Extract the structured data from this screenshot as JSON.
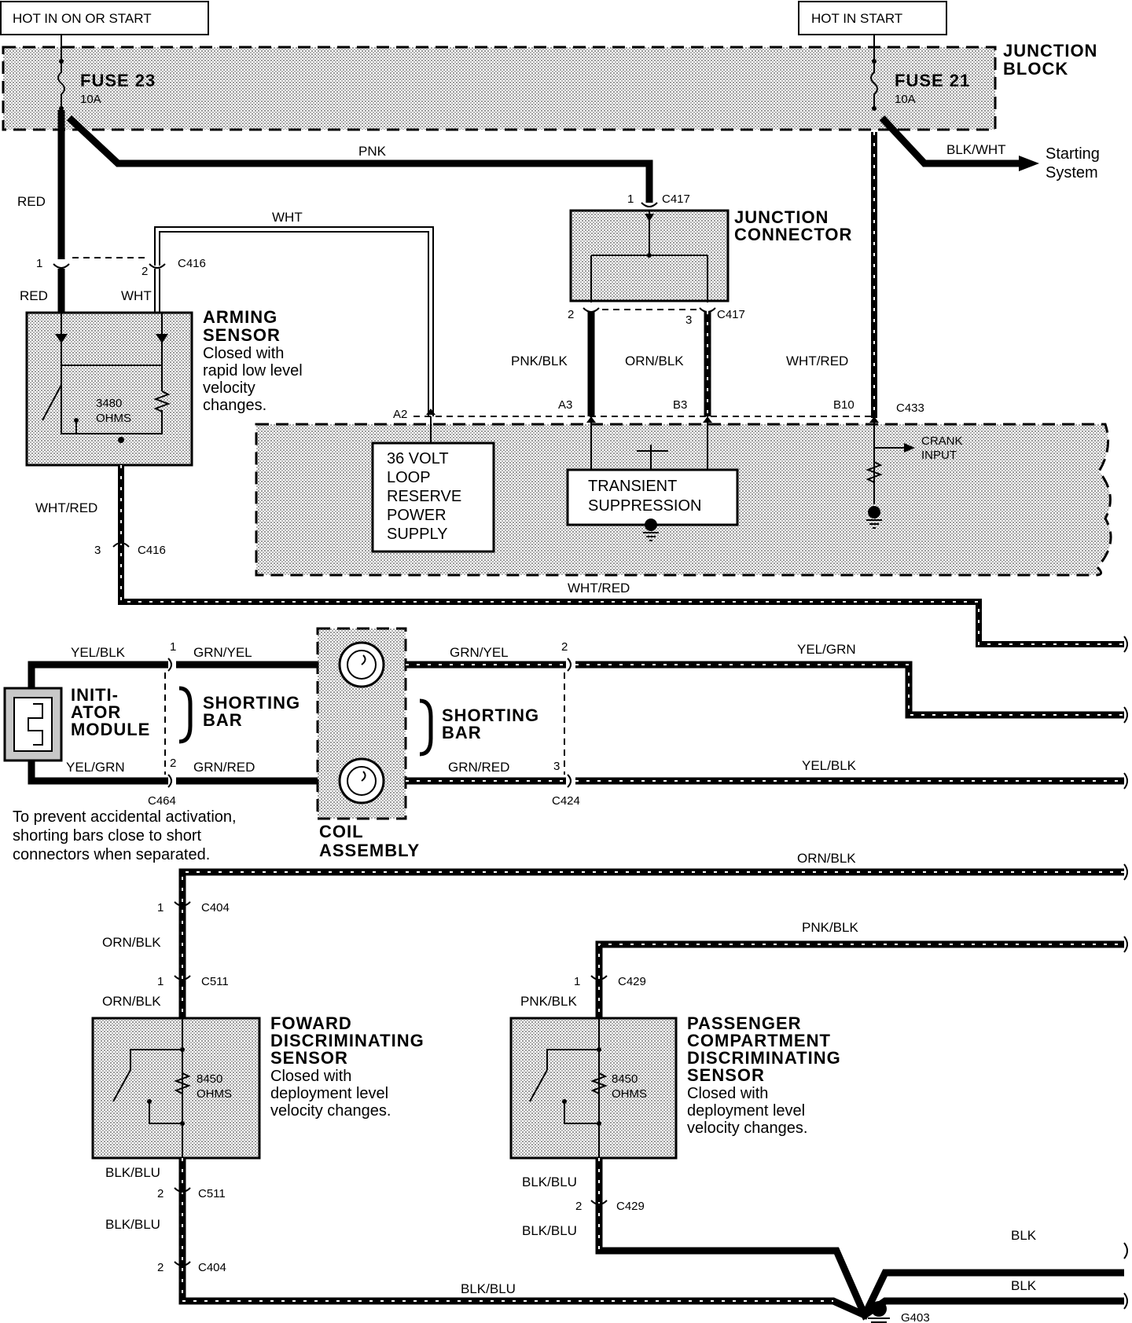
{
  "power": {
    "left_label": "HOT IN ON OR START",
    "right_label": "HOT IN START"
  },
  "junction_block": {
    "title_line1": "JUNCTION",
    "title_line2": "BLOCK",
    "fuse_left": "FUSE 23",
    "fuse_left_rating": "10A",
    "fuse_right": "FUSE 21",
    "fuse_right_rating": "10A"
  },
  "starting_system": {
    "line1": "Starting",
    "line2": "System",
    "wire": "BLK/WHT"
  },
  "junction_connector": {
    "line1": "JUNCTION",
    "line2": "CONNECTOR",
    "connector": "C417",
    "pin_top": "1",
    "pin_l": "2",
    "pin_r": "3"
  },
  "arming_sensor": {
    "title_line1": "ARMING",
    "title_line2": "SENSOR",
    "desc": [
      "Closed with",
      "rapid low level",
      "velocity",
      "changes."
    ],
    "resistance": "3480",
    "unit": "OHMS"
  },
  "connectors": {
    "c416": "C416",
    "c433": "C433",
    "c464": "C464",
    "c424": "C424",
    "c404": "C404",
    "c511": "C511",
    "c429": "C429",
    "g403": "G403"
  },
  "pins": {
    "a2": "A2",
    "a3": "A3",
    "b3": "B3",
    "b10": "B10",
    "p1": "1",
    "p2": "2",
    "p3": "3"
  },
  "wires": {
    "pnk": "PNK",
    "red": "RED",
    "wht": "WHT",
    "wht_red": "WHT/RED",
    "pnk_blk": "PNK/BLK",
    "orn_blk": "ORN/BLK",
    "yel_blk": "YEL/BLK",
    "yel_grn": "YEL/GRN",
    "grn_yel": "GRN/YEL",
    "grn_red": "GRN/RED",
    "blk_blu": "BLK/BLU",
    "blk": "BLK"
  },
  "module": {
    "reserve_power": [
      "36 VOLT",
      "LOOP",
      "RESERVE",
      "POWER",
      "SUPPLY"
    ],
    "transient": [
      "TRANSIENT",
      "SUPPRESSION"
    ],
    "crank_input": [
      "CRANK",
      "INPUT"
    ]
  },
  "initiator": {
    "lines": [
      "INITI-",
      "ATOR",
      "MODULE"
    ]
  },
  "shorting_bar": {
    "line1": "SHORTING",
    "line2": "BAR"
  },
  "coil_assembly": {
    "line1": "COIL",
    "line2": "ASSEMBLY"
  },
  "note": [
    "To prevent accidental activation,",
    "shorting bars close to short",
    "connectors when separated."
  ],
  "forward_sensor": {
    "title": [
      "FOWARD",
      "DISCRIMINATING",
      "SENSOR"
    ],
    "desc": [
      "Closed with",
      "deployment level",
      "velocity changes."
    ],
    "resistance": "8450",
    "unit": "OHMS"
  },
  "passenger_sensor": {
    "title": [
      "PASSENGER",
      "COMPARTMENT",
      "DISCRIMINATING",
      "SENSOR"
    ],
    "desc": [
      "Closed with",
      "deployment level",
      "velocity changes."
    ],
    "resistance": "8450",
    "unit": "OHMS"
  }
}
